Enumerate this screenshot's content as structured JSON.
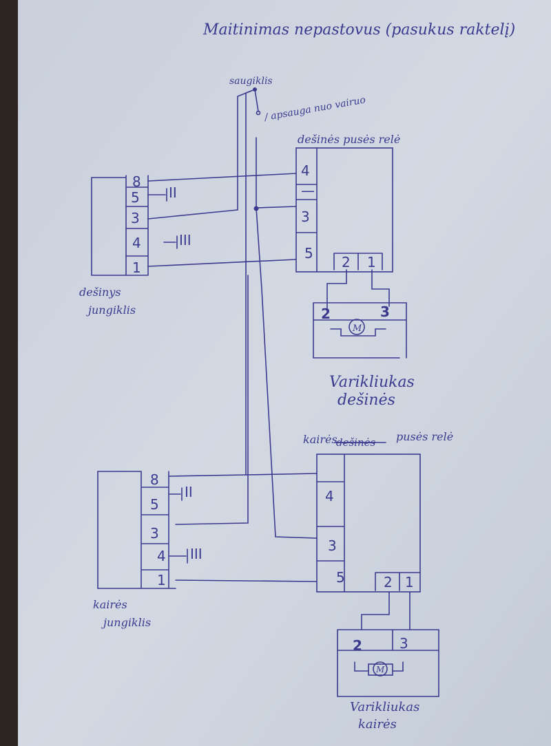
{
  "title": "Maitinimas nepastovus (pasukus raktelį)",
  "fuse_label": "saugiklis",
  "protection_label": "/ apsauga nuo vairuo",
  "right_relay": {
    "label": "dešinės pusės relė",
    "pins": [
      "4",
      "—",
      "3",
      "5"
    ],
    "bottom_pins": [
      "2",
      "1"
    ]
  },
  "right_switch": {
    "label_line1": "dešinys",
    "label_line2": "jungiklis",
    "pins": [
      "8",
      "5",
      "3",
      "4",
      "1"
    ],
    "symbol_5": "II",
    "symbol_4": "III"
  },
  "right_motor": {
    "label_line1": "Varikliukas",
    "label_line2": "dešinės",
    "pins": [
      "2",
      "3"
    ],
    "motor": "M"
  },
  "left_relay": {
    "label_prefix": "kairės",
    "label_struck": "dešinės",
    "label_suffix": "pusės relė",
    "pins": [
      "4",
      "3",
      "5"
    ],
    "bottom_pins": [
      "2",
      "1"
    ]
  },
  "left_switch": {
    "label_line1": "kairės",
    "label_line2": "jungiklis",
    "pins": [
      "8",
      "5",
      "3",
      "4",
      "1"
    ],
    "symbol_5": "II",
    "symbol_4": "III"
  },
  "left_motor": {
    "label_line1": "Varikliukas",
    "label_line2": "kairės",
    "pins": [
      "2",
      "3"
    ],
    "motor": "M"
  }
}
